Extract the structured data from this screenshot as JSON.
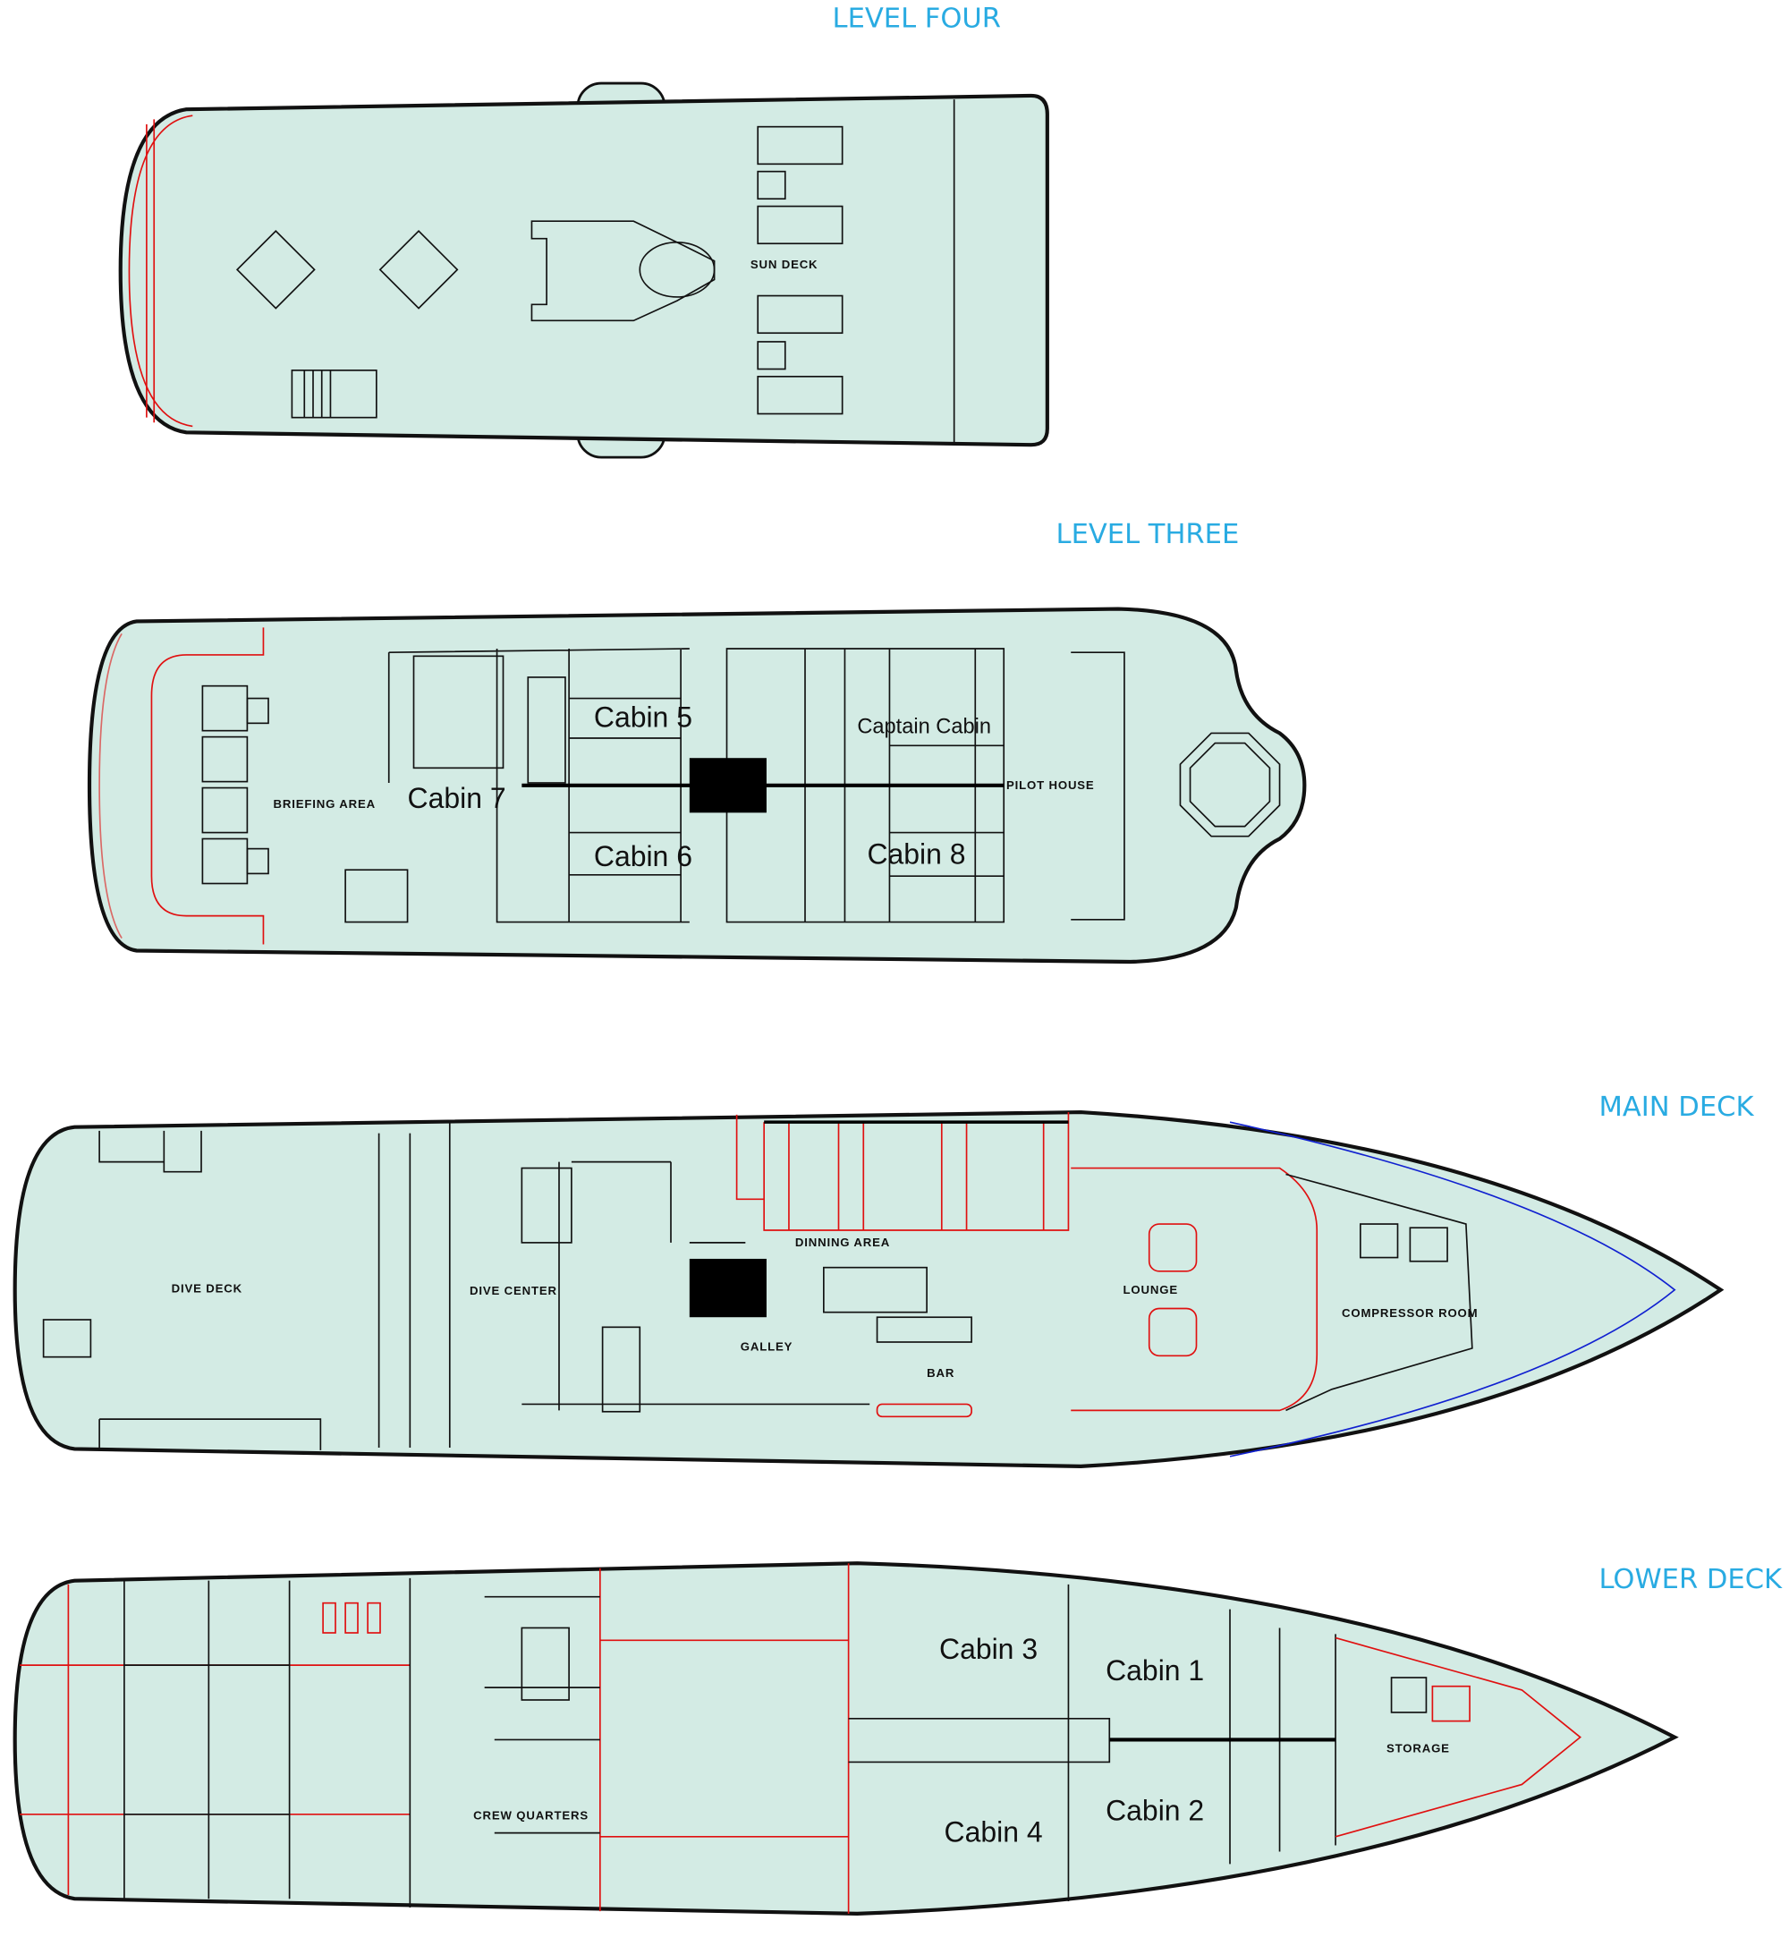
{
  "levels": {
    "level_four": {
      "title": "LEVEL FOUR",
      "areas": {
        "sun_deck": "SUN DECK"
      }
    },
    "level_three": {
      "title": "LEVEL THREE",
      "areas": {
        "briefing_area": "BRIEFING AREA",
        "cabin7": "Cabin 7",
        "cabin5": "Cabin 5",
        "cabin6": "Cabin 6",
        "captain_cabin": "Captain Cabin",
        "cabin8": "Cabin 8",
        "pilot_house": "PILOT HOUSE"
      }
    },
    "main_deck": {
      "title": "MAIN DECK",
      "areas": {
        "dive_deck": "DIVE DECK",
        "dive_center": "DIVE CENTER",
        "dinning_area": "DINNING AREA",
        "galley": "GALLEY",
        "bar": "BAR",
        "lounge": "LOUNGE",
        "compressor_room": "COMPRESSOR ROOM"
      }
    },
    "lower_deck": {
      "title": "LOWER DECK",
      "areas": {
        "crew_quarters": "CREW QUARTERS",
        "cabin3": "Cabin 3",
        "cabin1": "Cabin 1",
        "cabin4": "Cabin 4",
        "cabin2": "Cabin 2",
        "storage": "STORAGE"
      }
    }
  },
  "colors": {
    "hull_fill": "#d3ebe4",
    "title": "#29abe2",
    "accent_red": "#e01010",
    "outline_blue": "#1020d0"
  }
}
